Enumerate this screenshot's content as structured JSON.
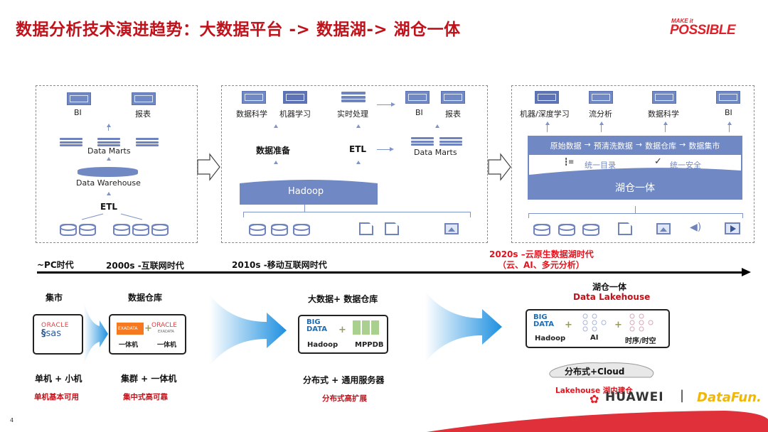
{
  "header": {
    "title": "数据分析技术演进趋势：大数据平台 -> 数据湖-> 湖仓一体",
    "logo_top": "MAKE it",
    "logo_bottom": "POSSIBLE"
  },
  "panel1": {
    "top_items": [
      "BI",
      "报表"
    ],
    "data_marts": "Data Marts",
    "data_warehouse": "Data Warehouse",
    "etl": "ETL"
  },
  "panel2": {
    "top_items": [
      "数据科学",
      "机器学习",
      "实时处理",
      "BI",
      "报表"
    ],
    "data_prep": "数据准备",
    "etl": "ETL",
    "data_marts": "Data Marts",
    "hadoop": "Hadoop"
  },
  "panel3": {
    "top_items": [
      "机器/深度学习",
      "流分析",
      "数据科学",
      "BI"
    ],
    "pipeline": [
      "原始数据",
      "预清洗数据",
      "数据仓库",
      "数据集市"
    ],
    "pipeline_arrow": "→",
    "catalog": "统一目录",
    "security": "统一安全",
    "lakehouse": "湖仓一体"
  },
  "timeline": {
    "eras": [
      {
        "label": "~PC时代",
        "highlight": false
      },
      {
        "label": "2000s -互联网时代",
        "highlight": false
      },
      {
        "label": "2010s -移动互联网时代",
        "highlight": false
      },
      {
        "label": "2020s –云原生数据湖时代",
        "sub": "（云、AI、多元分析）",
        "highlight": true
      }
    ]
  },
  "stages": [
    {
      "title": "集市",
      "logos": [
        "ORACLE",
        "sas"
      ],
      "infra": "单机 + 小机",
      "feature": "单机基本可用"
    },
    {
      "title": "数据仓库",
      "logos": [
        "EXADATA",
        "ORACLE",
        "EXADATA"
      ],
      "captions": [
        "一体机",
        "一体机"
      ],
      "infra": "集群 + 一体机",
      "feature": "集中式高可靠"
    },
    {
      "title": "大数据+ 数据仓库",
      "logos": [
        "BIG DATA",
        "MPPDB"
      ],
      "captions": [
        "Hadoop",
        "MPPDB"
      ],
      "infra": "分布式 + 通用服务器",
      "feature": "分布式高扩展"
    },
    {
      "title": "湖仓一体",
      "subtitle": "Data Lakehouse",
      "logos": [
        "BIG DATA"
      ],
      "captions": [
        "Hadoop",
        "AI",
        "时序/时空"
      ],
      "infra": "分布式+Cloud",
      "feature": "Lakehouse 湖内建仓"
    }
  ],
  "footer": {
    "page_number": "4",
    "huawei": "HUAWEI",
    "separator": "|",
    "datafun": "DataFun."
  },
  "colors": {
    "title_red": "#c0121b",
    "diagram_blue": "#7088c4",
    "flow_blue": "#1e90e0",
    "datafun_yellow": "#f2b705"
  }
}
